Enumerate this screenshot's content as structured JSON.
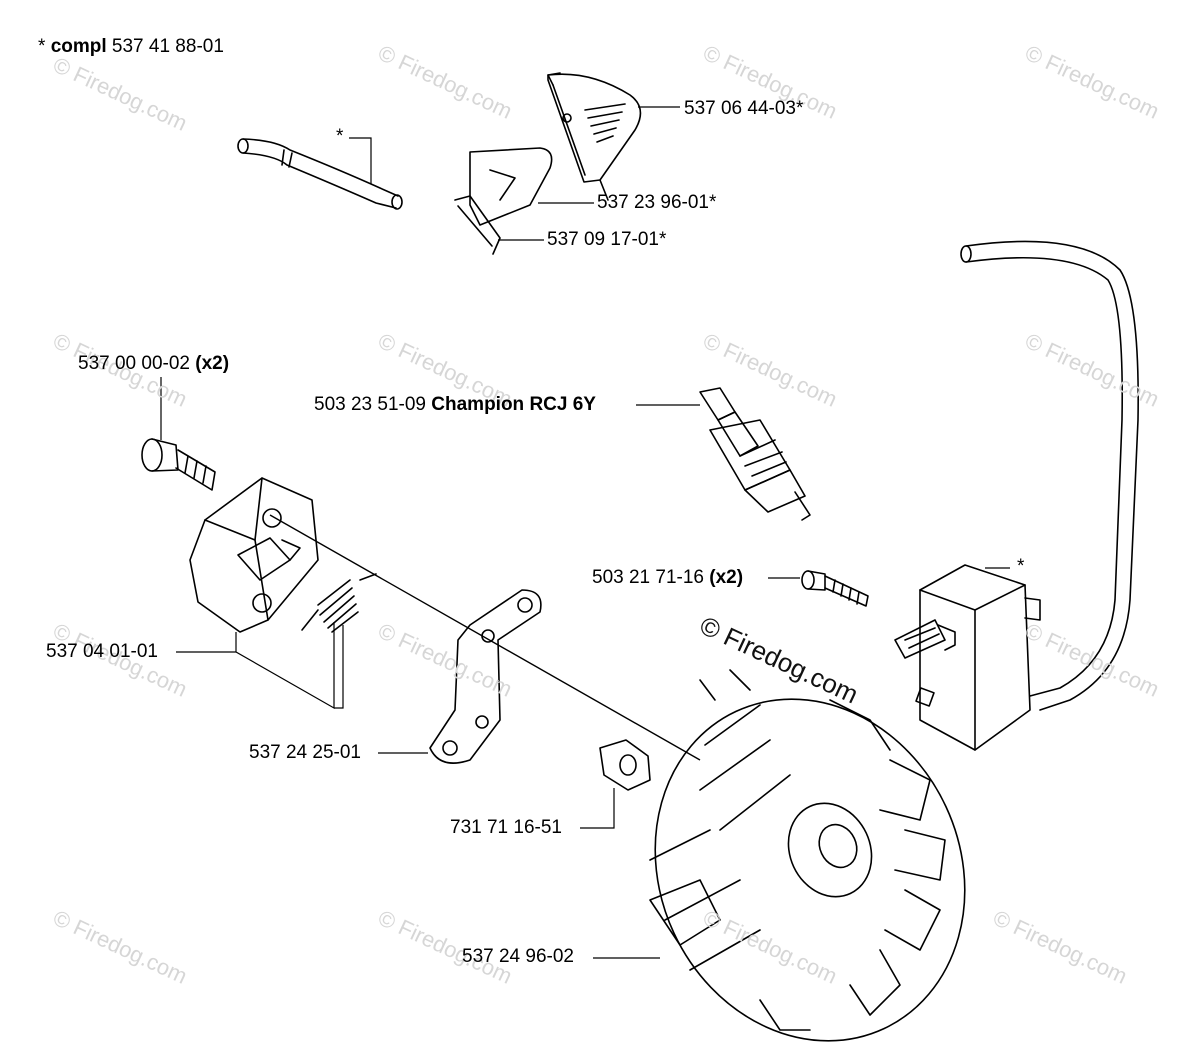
{
  "header": {
    "prefix": "* ",
    "bold": "compl",
    "part": " 537 41 88-01"
  },
  "labels": {
    "cover": "537 06 44-03*",
    "plate": "537 23 96-01*",
    "spring_clip": "537 09 17-01*",
    "hose_star": "*",
    "screw_part": "537 00 00-02",
    "screw_qty": "(x2)",
    "spark_part": "503 23 51-09",
    "spark_name": "Champion RCJ 6Y",
    "coil_screw_part": "503 21 71-16",
    "coil_screw_qty": "(x2)",
    "coil_star": "*",
    "brake": "537 04 01-01",
    "bracket": "537 24 25-01",
    "nut": "731 71 16-51",
    "flywheel": "537 24 96-02"
  },
  "watermark": {
    "text": "© Firedog.com"
  },
  "colors": {
    "line": "#000000",
    "watermark": "#d6d6d6"
  }
}
